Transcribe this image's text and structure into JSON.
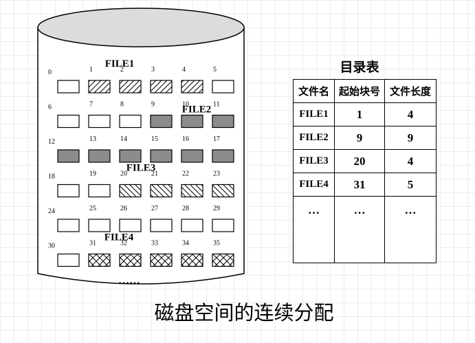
{
  "disk": {
    "block_numbers": [
      0,
      1,
      2,
      3,
      4,
      5,
      6,
      7,
      8,
      9,
      10,
      11,
      12,
      13,
      14,
      15,
      16,
      17,
      18,
      19,
      20,
      21,
      22,
      23,
      24,
      25,
      26,
      27,
      28,
      29,
      30,
      31,
      32,
      33,
      34,
      35
    ],
    "files": [
      {
        "label": "FILE1",
        "start": 1,
        "length": 4,
        "pattern": "diagonal"
      },
      {
        "label": "FILE2",
        "start": 9,
        "length": 9,
        "pattern": "gray"
      },
      {
        "label": "FILE3",
        "start": 20,
        "length": 4,
        "pattern": "backslash"
      },
      {
        "label": "FILE4",
        "start": 31,
        "length": 5,
        "pattern": "cross"
      }
    ],
    "more": "……"
  },
  "directory": {
    "title": "目录表",
    "headers": [
      "文件名",
      "起始块号",
      "文件长度"
    ],
    "rows": [
      [
        "FILE1",
        "1",
        "4"
      ],
      [
        "FILE2",
        "9",
        "9"
      ],
      [
        "FILE3",
        "20",
        "4"
      ],
      [
        "FILE4",
        "31",
        "5"
      ],
      [
        "…",
        "…",
        "…"
      ]
    ]
  },
  "caption": "磁盘空间的连续分配",
  "colors": {
    "gray_fill": "#8c8c8c",
    "line": "#000000"
  }
}
